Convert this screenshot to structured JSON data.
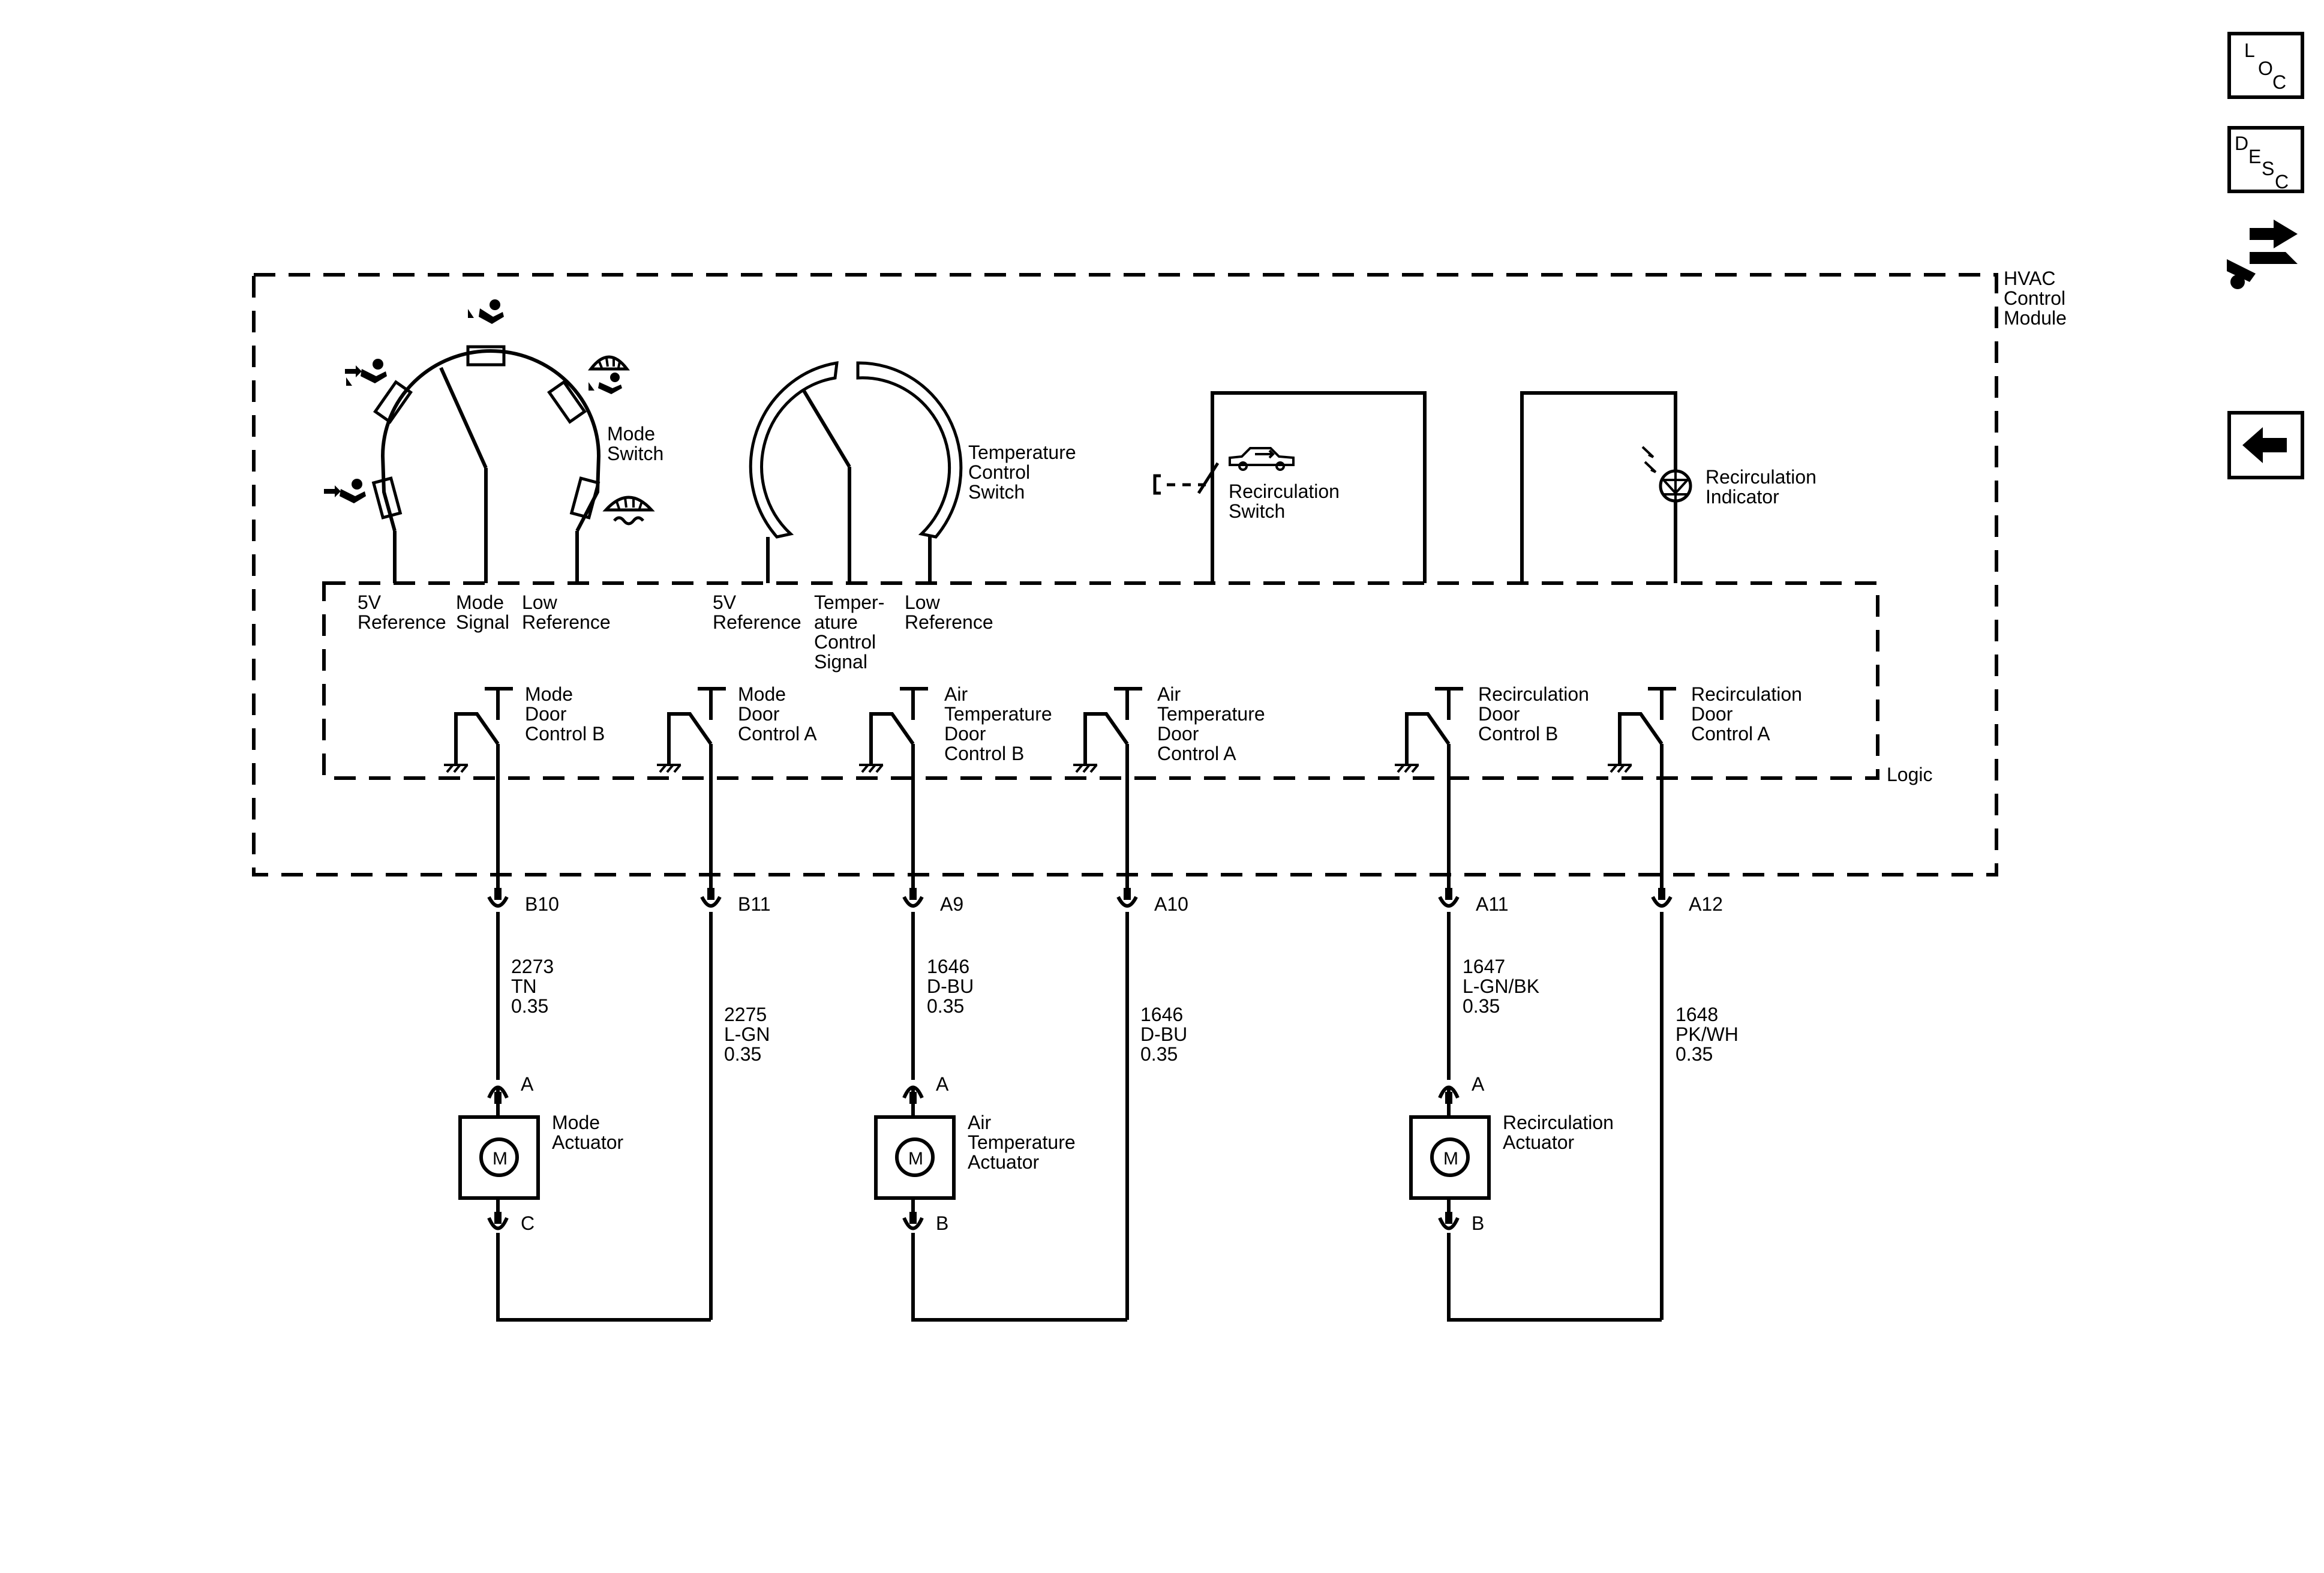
{
  "nav_buttons": {
    "loc": [
      "L",
      "O",
      "C"
    ],
    "desc": [
      "D",
      "E",
      "S",
      "C"
    ],
    "related_icon": "arrows-wrench-icon",
    "back_icon": "arrow-left-icon"
  },
  "module": {
    "label": [
      "HVAC",
      "Control",
      "Module"
    ],
    "logic_label": "Logic"
  },
  "mode_switch": {
    "label": [
      "Mode",
      "Switch"
    ],
    "positions": [
      "vent-icon",
      "bi-level-icon",
      "floor-icon",
      "floor-defrost-icon",
      "defrost-icon"
    ],
    "pins": [
      [
        "5V",
        "Reference"
      ],
      [
        "Mode",
        "Signal"
      ],
      [
        "Low",
        "Reference"
      ]
    ]
  },
  "temp_switch": {
    "label": [
      "Temperature",
      "Control",
      "Switch"
    ],
    "pins": [
      [
        "5V",
        "Reference"
      ],
      [
        "Temper-",
        "ature",
        "Control",
        "Signal"
      ],
      [
        "Low",
        "Reference"
      ]
    ]
  },
  "recirc_switch": {
    "label": [
      "Recirculation",
      "Switch"
    ],
    "icon": "car-recirculation-icon"
  },
  "recirc_indicator": {
    "label": [
      "Recirculation",
      "Indicator"
    ],
    "icon": "led-icon"
  },
  "drivers": [
    {
      "label": [
        "Mode",
        "Door",
        "Control B"
      ],
      "pin": "B10",
      "wire": [
        "2273",
        "TN",
        "0.35"
      ]
    },
    {
      "label": [
        "Mode",
        "Door",
        "Control A"
      ],
      "pin": "B11",
      "wire": [
        "2275",
        "L-GN",
        "0.35"
      ]
    },
    {
      "label": [
        "Air",
        "Temperature",
        "Door",
        "Control B"
      ],
      "pin": "A9",
      "wire": [
        "1646",
        "D-BU",
        "0.35"
      ]
    },
    {
      "label": [
        "Air",
        "Temperature",
        "Door",
        "Control A"
      ],
      "pin": "A10",
      "wire": [
        "1646",
        "D-BU",
        "0.35"
      ]
    },
    {
      "label": [
        "Recirculation",
        "Door",
        "Control B"
      ],
      "pin": "A11",
      "wire": [
        "1647",
        "L-GN/BK",
        "0.35"
      ]
    },
    {
      "label": [
        "Recirculation",
        "Door",
        "Control A"
      ],
      "pin": "A12",
      "wire": [
        "1648",
        "PK/WH",
        "0.35"
      ]
    }
  ],
  "actuators": [
    {
      "label": [
        "Mode",
        "Actuator"
      ],
      "motor": "M",
      "pin_top": "A",
      "pin_bottom": "C"
    },
    {
      "label": [
        "Air",
        "Temperature",
        "Actuator"
      ],
      "motor": "M",
      "pin_top": "A",
      "pin_bottom": "B"
    },
    {
      "label": [
        "Recirculation",
        "Actuator"
      ],
      "motor": "M",
      "pin_top": "A",
      "pin_bottom": "B"
    }
  ]
}
